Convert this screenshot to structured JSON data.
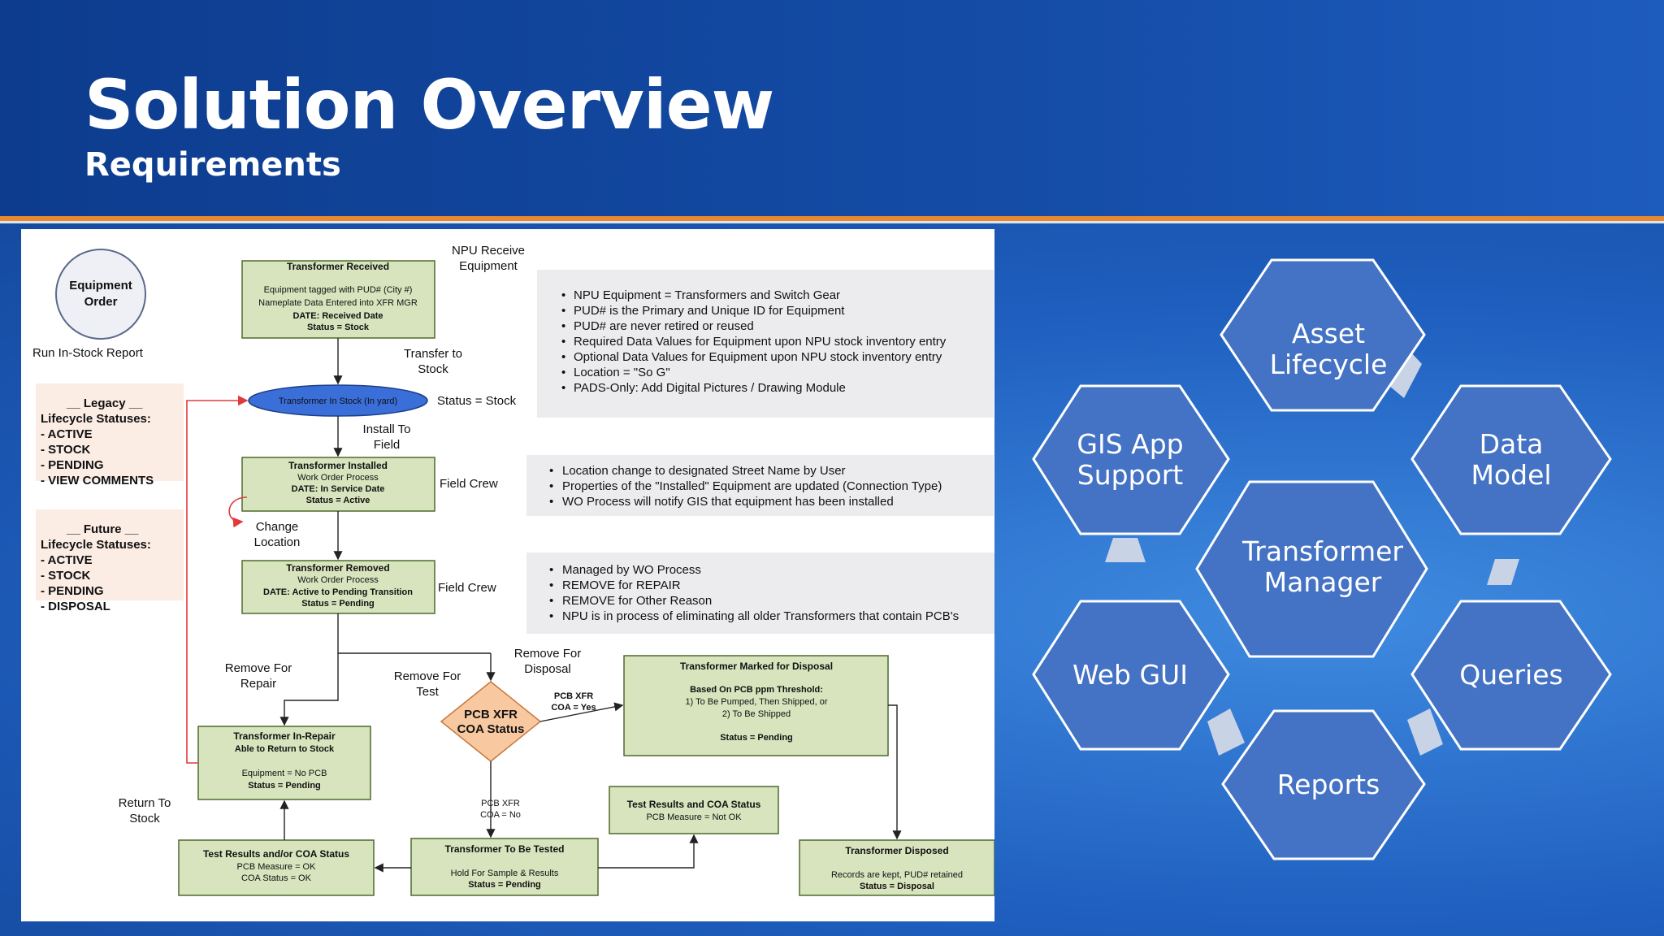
{
  "slide": {
    "title": "Solution Overview",
    "subtitle": "Requirements"
  },
  "flow": {
    "equipment_order": [
      "Equipment",
      "Order"
    ],
    "run_report": "Run In-Stock Report",
    "npu_receive": [
      "NPU Receive",
      "Equipment"
    ],
    "received": {
      "title": "Transformer Received",
      "lines": [
        "Equipment tagged with PUD# (City #)",
        "Nameplate Data Entered into XFR MGR",
        "DATE: Received Date",
        "Status = Stock"
      ]
    },
    "transfer_stock": [
      "Transfer to",
      "Stock"
    ],
    "in_stock": "Transformer In Stock (In yard)",
    "status_stock": "Status = Stock",
    "install_field": [
      "Install To",
      "Field"
    ],
    "installed": {
      "title": "Transformer Installed",
      "lines": [
        "Work Order Process",
        "DATE: In Service Date",
        "Status = Active"
      ]
    },
    "field_crew_1": "Field Crew",
    "change_location": [
      "Change",
      "Location"
    ],
    "removed": {
      "title": "Transformer Removed",
      "lines": [
        "Work Order Process",
        "DATE: Active to Pending Transition",
        "Status = Pending"
      ]
    },
    "field_crew_2": "Field Crew",
    "remove_repair": [
      "Remove For",
      "Repair"
    ],
    "remove_test": [
      "Remove For",
      "Test"
    ],
    "remove_disposal": [
      "Remove For",
      "Disposal"
    ],
    "pcb_status": [
      "PCB XFR",
      "COA Status"
    ],
    "pcb_yes": [
      "PCB XFR",
      "COA = Yes"
    ],
    "pcb_no": [
      "PCB XFR",
      "COA = No"
    ],
    "marked_disposal": {
      "title": "Transformer Marked for Disposal",
      "lines": [
        "Based On PCB ppm Threshold:",
        "1) To Be Pumped, Then Shipped, or",
        "2) To Be Shipped",
        "Status = Pending"
      ]
    },
    "in_repair": {
      "title": "Transformer In-Repair",
      "lines": [
        "Able to Return to Stock",
        "Equipment = No PCB",
        "Status = Pending"
      ]
    },
    "return_stock": [
      "Return To",
      "Stock"
    ],
    "test_not_ok": {
      "title": "Test Results and COA Status",
      "lines": [
        "PCB Measure = Not OK"
      ]
    },
    "test_ok": {
      "title": "Test Results and/or COA Status",
      "lines": [
        "PCB Measure = OK",
        "COA Status = OK"
      ]
    },
    "to_be_tested": {
      "title": "Transformer To Be Tested",
      "lines": [
        "Hold For Sample & Results",
        "Status = Pending"
      ]
    },
    "disposed": {
      "title": "Transformer Disposed",
      "lines": [
        "Records are kept, PUD# retained",
        "Status = Disposal"
      ]
    },
    "legacy": {
      "title": "__ Legacy __",
      "subtitle": "Lifecycle Statuses:",
      "items": [
        "- ACTIVE",
        "- STOCK",
        "- PENDING",
        "- VIEW COMMENTS"
      ]
    },
    "future": {
      "title": "__ Future __",
      "subtitle": "Lifecycle Statuses:",
      "items": [
        "- ACTIVE",
        "- STOCK",
        "- PENDING",
        "- DISPOSAL"
      ]
    },
    "notes1": [
      "NPU Equipment = Transformers and Switch Gear",
      "PUD# is the Primary and Unique ID for Equipment",
      "PUD# are never retired or reused",
      "Required Data Values for Equipment upon NPU stock inventory entry",
      "Optional Data Values for Equipment upon NPU stock inventory entry",
      "Location = \"So G\"",
      "PADS-Only: Add Digital Pictures / Drawing Module"
    ],
    "notes2": [
      "Location change to designated Street Name by User",
      "Properties of the \"Installed\" Equipment are updated (Connection Type)",
      "WO Process will notify GIS that equipment has been installed"
    ],
    "notes3": [
      "Managed by WO Process",
      "REMOVE for REPAIR",
      "REMOVE for Other Reason",
      "NPU is in process of eliminating all older Transformers that contain PCB's"
    ]
  },
  "hexagons": {
    "asset_lifecycle": [
      "Asset",
      "Lifecycle"
    ],
    "gis_app_support": [
      "GIS App",
      "Support"
    ],
    "data_model": [
      "Data",
      "Model"
    ],
    "transformer_manager": [
      "Transformer",
      "Manager"
    ],
    "web_gui": [
      "Web GUI"
    ],
    "queries": [
      "Queries"
    ],
    "reports": [
      "Reports"
    ],
    "fill": "#4472c4",
    "stroke": "#ffffff",
    "connector": "#c9d3e6"
  }
}
